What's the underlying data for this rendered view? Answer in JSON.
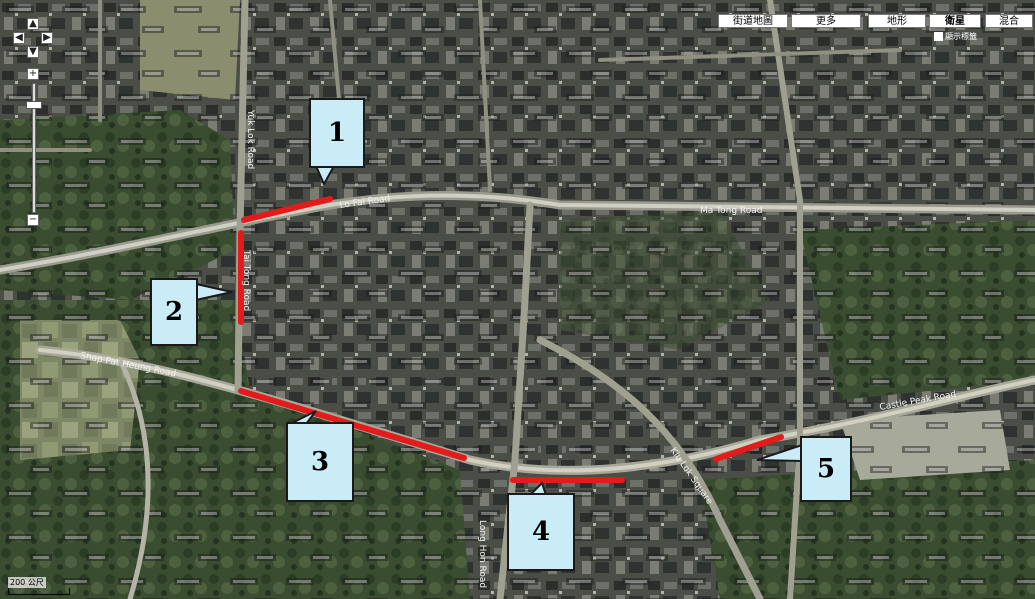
{
  "map_types": [
    {
      "label": "街道地圖",
      "active": false
    },
    {
      "label": "更多",
      "active": false
    },
    {
      "label": "地形",
      "active": false
    },
    {
      "label": "衛星",
      "active": true
    },
    {
      "label": "混合",
      "active": false
    }
  ],
  "satellite_option": {
    "label": "顯示標籤"
  },
  "nav_controls": {
    "up": "▲",
    "left": "◀",
    "right": "▶",
    "down": "▼",
    "zoom_in": "+",
    "zoom_out": "−",
    "zoom_level": 0.15
  },
  "scale": {
    "label": "200 公尺"
  },
  "road_labels": [
    "Lo Fai Road",
    "Yuk Lok Road",
    "Ma Tong Road",
    "Shap Pat Heung Road",
    "Tai Tong Road",
    "Castle Peak Road",
    "Long Hon Road",
    "Kiu Lok Square"
  ],
  "colors": {
    "segment": "#e31b1b",
    "callout_fill": "#c9ecf7",
    "callout_border": "#1a1a1a",
    "imagery_base": "#4d5540"
  },
  "segments": [
    {
      "id": "1",
      "label": "1"
    },
    {
      "id": "2",
      "label": "2"
    },
    {
      "id": "3",
      "label": "3"
    },
    {
      "id": "4",
      "label": "4"
    },
    {
      "id": "5",
      "label": "5"
    }
  ]
}
